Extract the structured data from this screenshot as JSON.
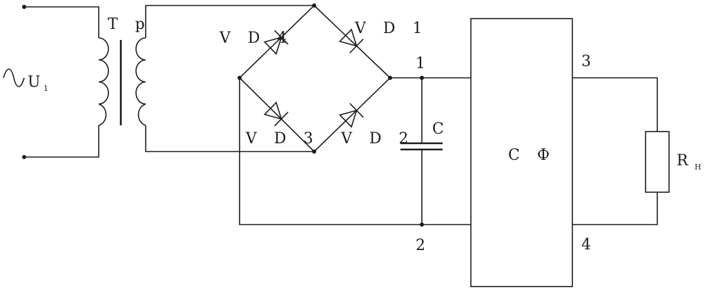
{
  "diagram": {
    "source": {
      "symbol": "∼",
      "label": "U",
      "subscript": "1"
    },
    "transformer": {
      "label": "Т р"
    },
    "diodes": [
      {
        "id": "vd4",
        "label": "V D 4"
      },
      {
        "id": "vd1",
        "label": "V D 1"
      },
      {
        "id": "vd3",
        "label": "V D 3"
      },
      {
        "id": "vd2",
        "label": "V D 2"
      }
    ],
    "capacitor": {
      "label": "C"
    },
    "nodes": {
      "n1": "1",
      "n2": "2",
      "n3": "3",
      "n4": "4"
    },
    "filter": {
      "label": "С Ф"
    },
    "load": {
      "label": "R",
      "subscript": "Н"
    },
    "colors": {
      "ink": "#1a1a1a",
      "background": "#ffffff"
    }
  }
}
